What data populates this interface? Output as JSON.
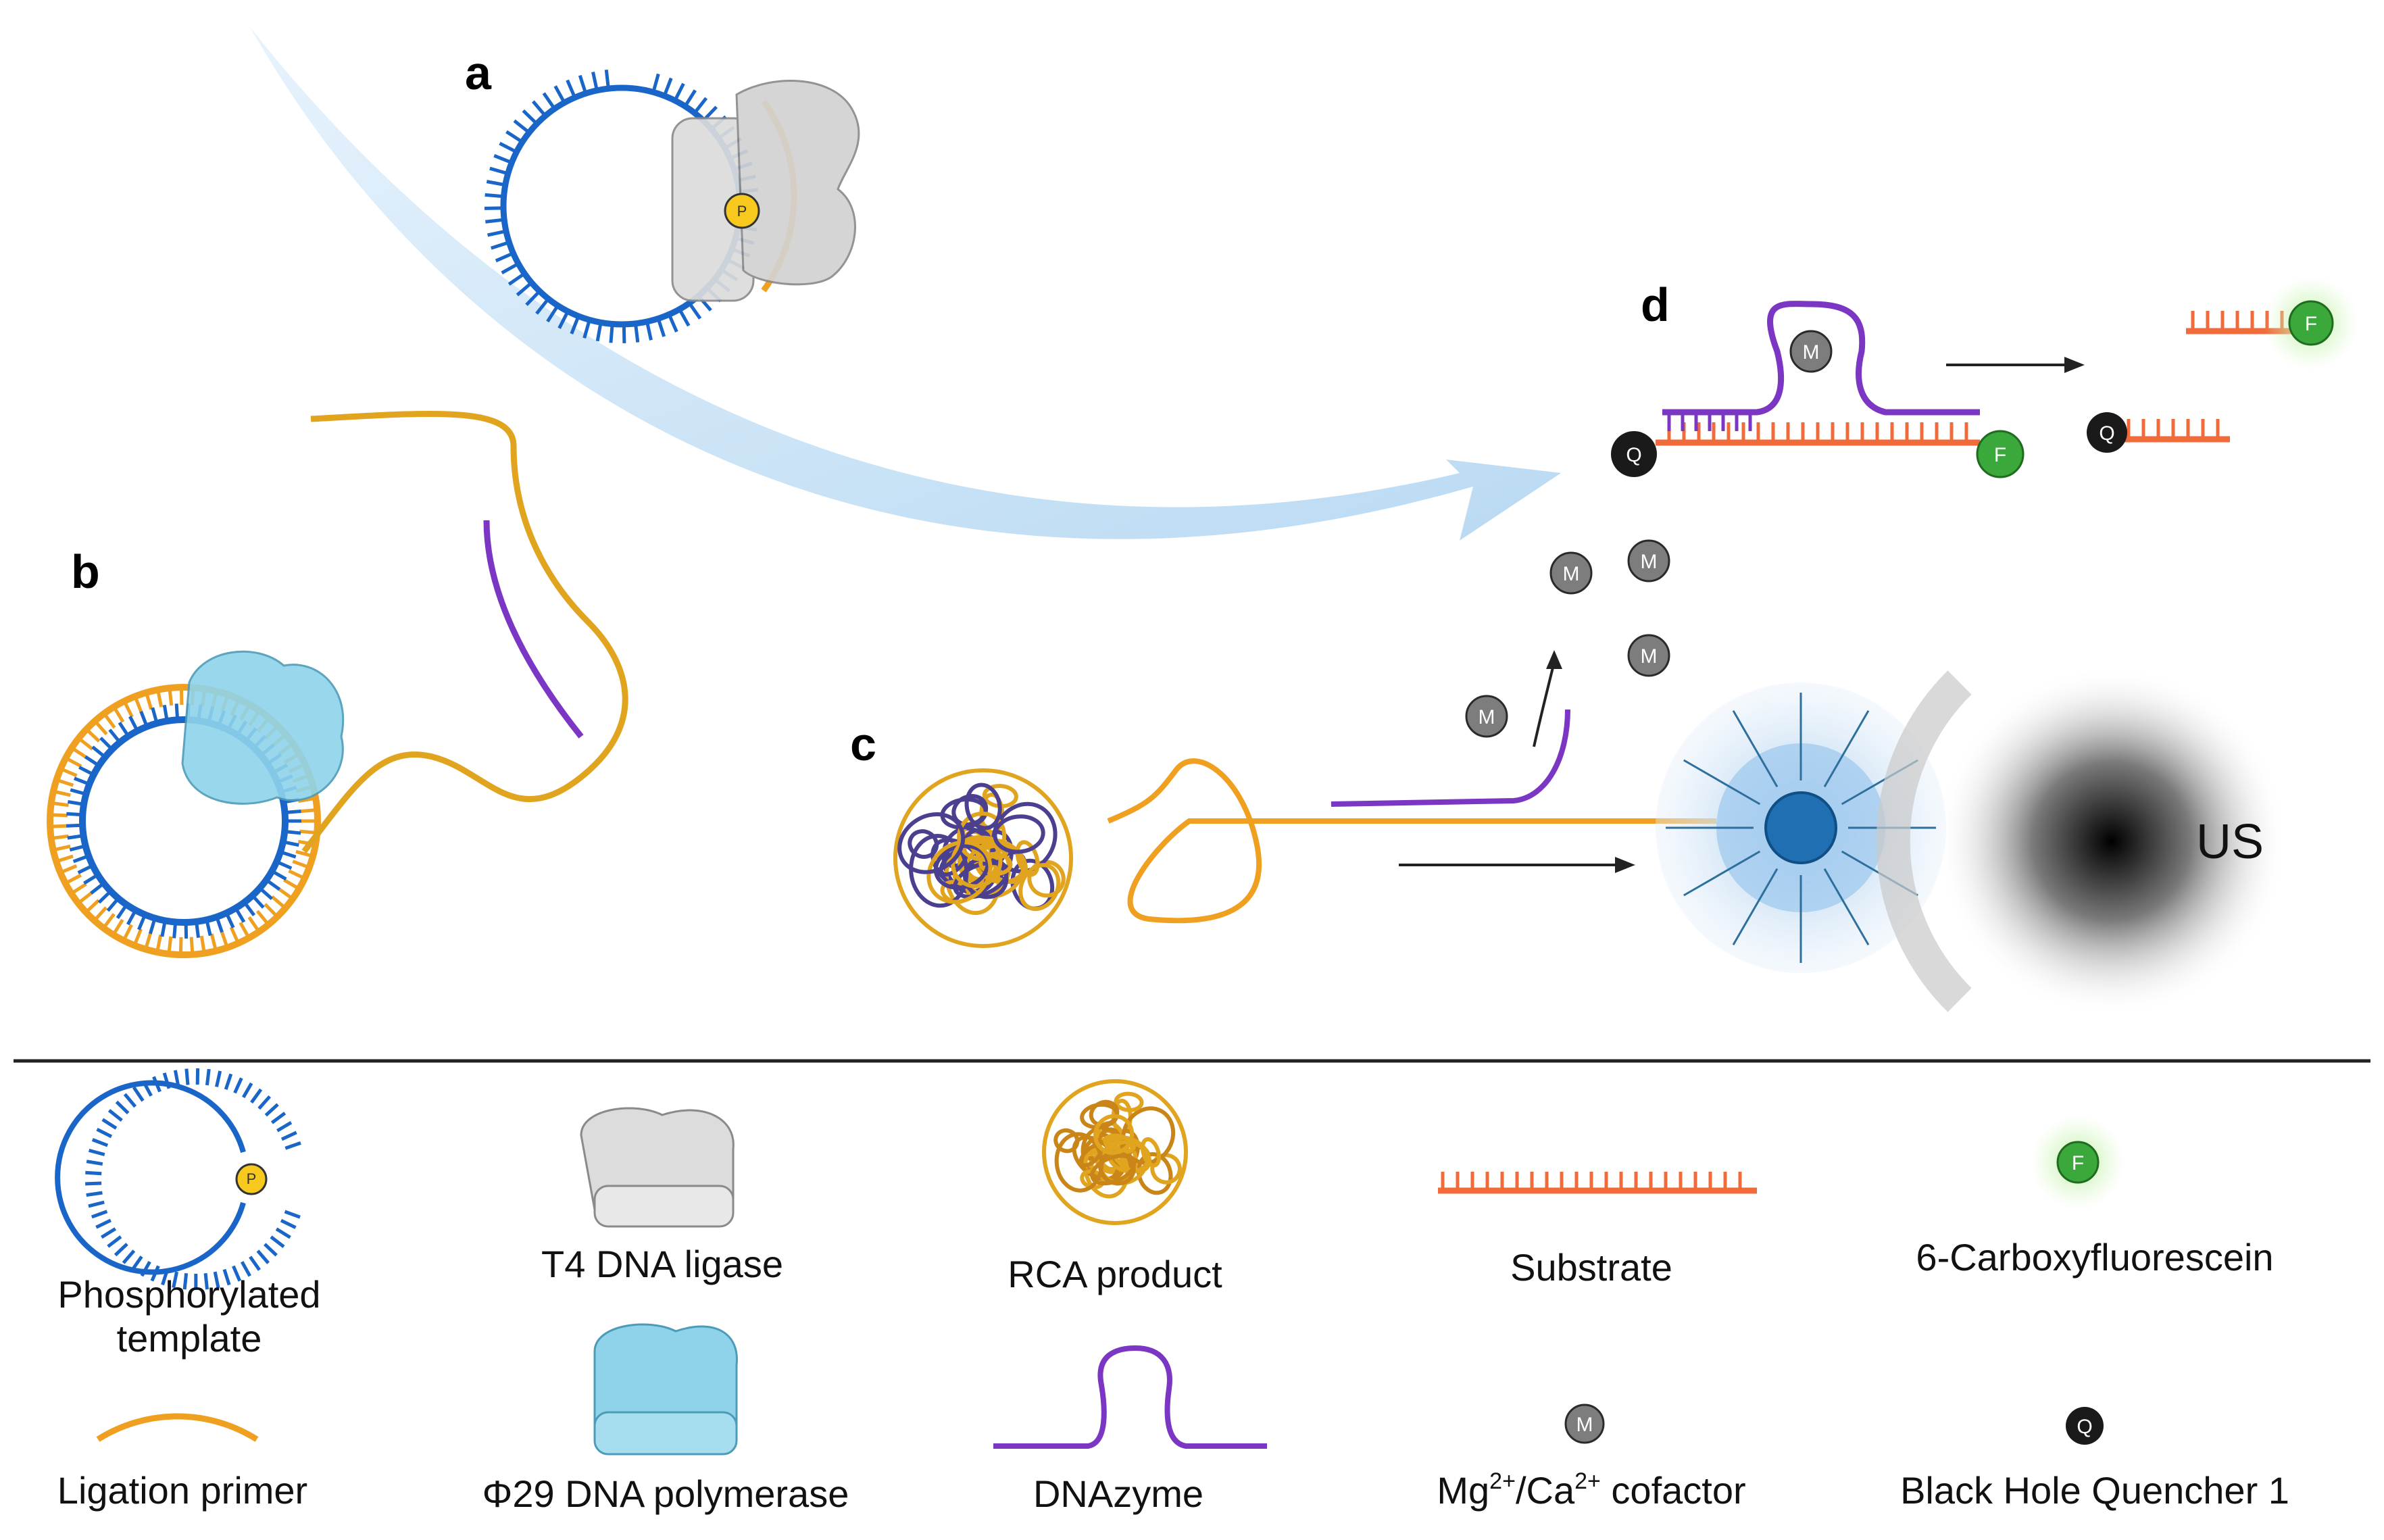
{
  "panels": {
    "a": "a",
    "b": "b",
    "c": "c",
    "d": "d"
  },
  "badges": {
    "phosphate": "P",
    "metal": "M",
    "quencher": "Q",
    "fluorophore": "F"
  },
  "ultrasound_label": "US",
  "legend": {
    "template": [
      "Phosphorylated",
      "template"
    ],
    "ligase": "T4 DNA ligase",
    "rca": "RCA product",
    "substrate": "Substrate",
    "fam": "6-Carboxyfluorescein",
    "primer": "Ligation primer",
    "polymerase": "Φ29 DNA polymerase",
    "dnazyme": "DNAzyme",
    "cofactor": {
      "main": "Mg",
      "sup1": "2+",
      "mid": "/Ca",
      "sup2": "2+",
      "tail": " cofactor"
    },
    "quencher": "Black Hole Quencher 1"
  },
  "colors": {
    "template_blue": "#1a66c8",
    "primer_orange": "#f0a020",
    "product_gold": "#e0a41e",
    "dnazyme_purple": "#7b36c4",
    "substrate_red": "#f06a3a",
    "fam_green": "#3aa83a",
    "metal_gray": "#7d7d7d",
    "quencher_black": "#1a1a1a",
    "ligase_gray": "#d8d8d8",
    "polymerase_blue": "#8fd3ea",
    "arrow_blue": "#bcdcf2"
  }
}
